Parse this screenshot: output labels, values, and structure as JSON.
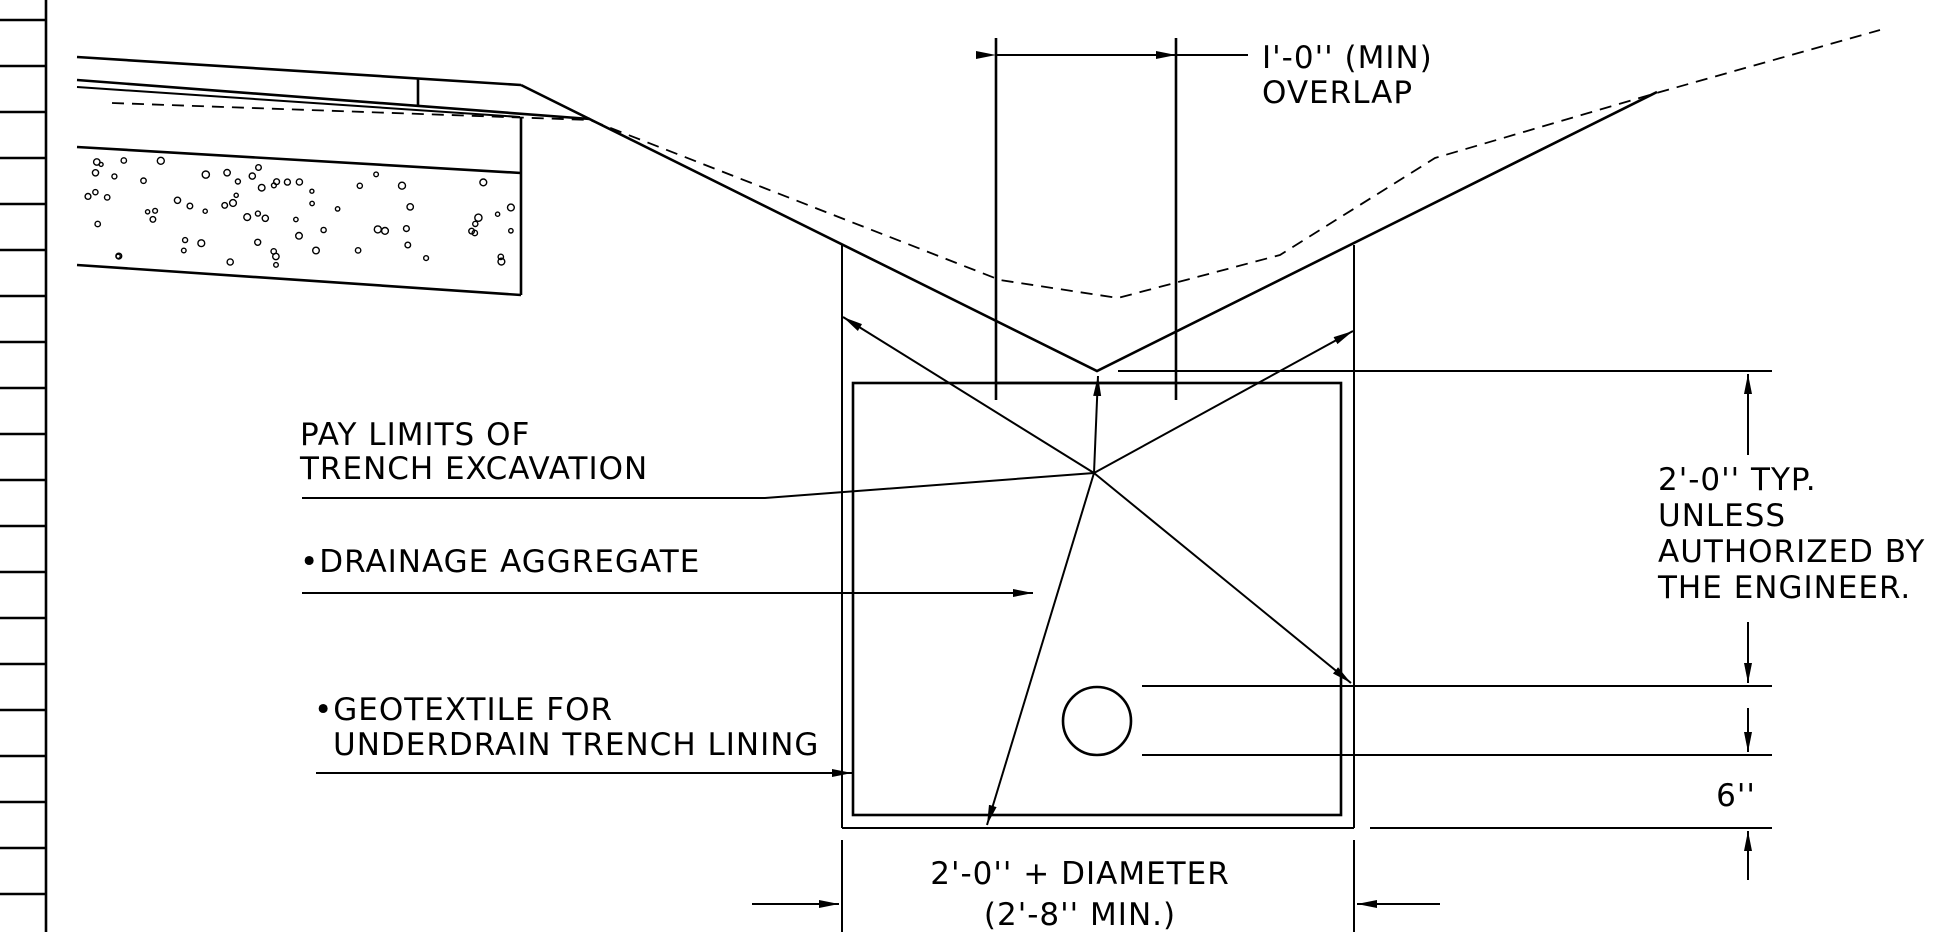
{
  "labels": {
    "overlap_line1": "I'-0'' (MIN)",
    "overlap_line2": "OVERLAP",
    "pay_limits_line1": "PAY LIMITS OF",
    "pay_limits_line2": "TRENCH EXCAVATION",
    "drainage_aggregate": "•DRAINAGE AGGREGATE",
    "geotextile_line1": "•GEOTEXTILE FOR",
    "geotextile_line2": "UNDERDRAIN TRENCH LINING",
    "depth_line1": "2'-0'' TYP.",
    "depth_line2": "UNLESS",
    "depth_line3": "AUTHORIZED BY",
    "depth_line4": "THE ENGINEER.",
    "bedding": "6''",
    "width_line1": "2'-0'' + DIAMETER",
    "width_line2": "(2'-8'' MIN.)"
  }
}
